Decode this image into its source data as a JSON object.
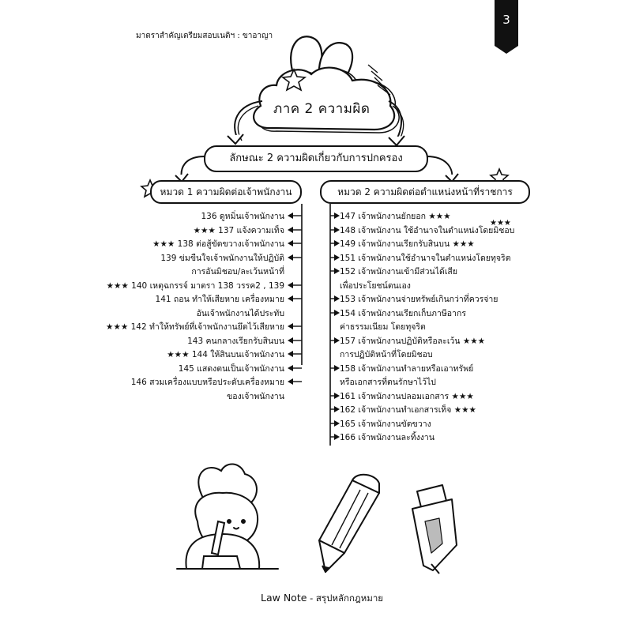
{
  "header_note": "มาตราสำคัญเตรียมสอบเนติฯ : ขาอาญา",
  "page_number": "3",
  "cloud_title": "ภาค 2 ความผิด",
  "banner_title": "ลักษณะ 2 ความผิดเกี่ยวกับการปกครอง",
  "left_heading": "หมวด 1 ความผิดต่อเจ้าพนักงาน",
  "right_heading": "หมวด 2 ความผิดต่อตำแหน่งหน้าที่ราชการ",
  "left_items": [
    "136 ดูหมิ่นเจ้าพนักงาน",
    "★★★ 137 แจ้งความเท็จ",
    "★★★ 138 ต่อสู้ขัดขวางเจ้าพนักงาน",
    "139 ข่มขืนใจเจ้าพนักงานให้ปฏิบัติ",
    "การอันมิชอบ/ละเว้นหน้าที่",
    "★★★ 140 เหตุฉกรรจ์ มาตรา 138 วรรค2 , 139",
    "141 ถอน ทำให้เสียหาย เครื่องหมาย",
    "อันเจ้าพนักงานได้ประทับ",
    "★★★ 142 ทำให้ทรัพย์ที่เจ้าพนักงานยึดไว้เสียหาย",
    "143 คนกลางเรียกรับสินบน",
    "★★★ 144 ให้สินบนเจ้าพนักงาน",
    "145 แสดงตนเป็นเจ้าพนักงาน",
    "146 สวมเครื่องแบบหรือประดับเครื่องหมาย",
    "ของเจ้าพนักงาน"
  ],
  "right_items": [
    "147 เจ้าพนักงานยักยอก ★★★",
    "148 เจ้าพนักงาน ใช้อำนาจในตำแหน่งโดยมิชอบ",
    "149 เจ้าพนักงานเรียกรับสินบน ★★★",
    "151 เจ้าพนักงานใช้อำนาจในตำแหน่งโดยทุจริต",
    "152 เจ้าพนักงานเข้ามีส่วนได้เสีย",
    "เพื่อประโยชน์ตนเอง",
    "153 เจ้าพนักงานจ่ายทรัพย์เกินกว่าที่ควรจ่าย",
    "154 เจ้าพนักงานเรียกเก็บภาษีอากร",
    "ค่าธรรมเนียม โดยทุจริต",
    "157 เจ้าพนักงานปฏิบัติหรือละเว้น ★★★",
    "การปฏิบัติหน้าที่โดยมิชอบ",
    "158 เจ้าพนักงานทำลายหรือเอาทรัพย์",
    "หรือเอกสารที่ตนรักษาไว้ไป",
    "161 เจ้าพนักงานปลอมเอกสาร ★★★",
    "162 เจ้าพนักงานทำเอกสารเท็จ ★★★",
    "165 เจ้าพนักงานขัดขวาง",
    "166 เจ้าพนักงานละทิ้งงาน"
  ],
  "right_extra_stars": "★★★",
  "footer": {
    "brand": "Law Note",
    "subtitle": " - สรุปหลักกฎหมาย"
  }
}
